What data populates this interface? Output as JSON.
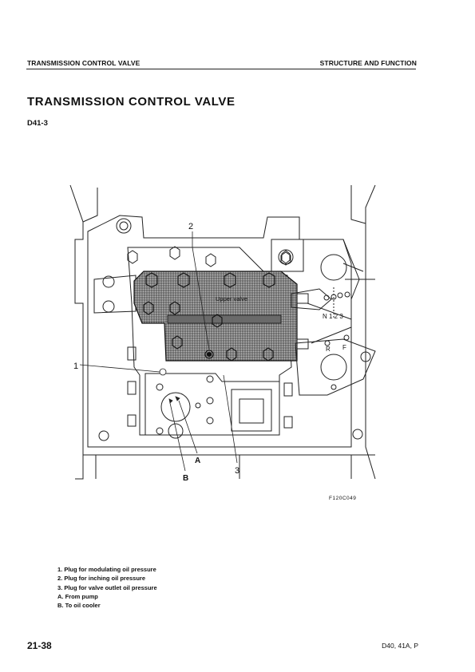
{
  "header": {
    "left": "TRANSMISSION CONTROL VALVE",
    "right": "STRUCTURE AND FUNCTION"
  },
  "title": "TRANSMISSION CONTROL VALVE",
  "model_section": "D41-3",
  "figure": {
    "code": "F120C049",
    "callouts": {
      "c1": "1",
      "c2": "2",
      "c3": "3",
      "cA": "A",
      "cB": "B"
    },
    "upper_valve_label": "Upper valve",
    "lever_labels": {
      "n123": "N 1 2 3",
      "r": "R",
      "f": "F"
    }
  },
  "legend": [
    "1. Plug for modulating oil pressure",
    "2. Plug for inching oil pressure",
    "3. Plug for valve outlet oil pressure",
    "A. From pump",
    "B. To oil cooler"
  ],
  "footer": {
    "page_number": "21-38",
    "models": "D40, 41A, P"
  }
}
